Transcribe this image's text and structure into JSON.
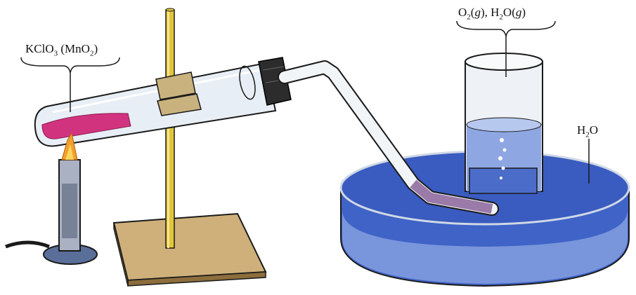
{
  "labels": {
    "reactant": {
      "formula_a": "KClO",
      "sub_a": "3",
      "formula_b": " (MnO",
      "sub_b": "2",
      "close": ")"
    },
    "products": {
      "o": "O",
      "o_sub": "2",
      "o_state": "g",
      "mid": ", H",
      "h_sub": "2",
      "h_o": "O",
      "h_state": "g"
    },
    "water": {
      "h": "H",
      "h_sub": "2",
      "o": "O"
    }
  },
  "colors": {
    "reagent": "#d2337f",
    "water": "#3f63c6",
    "water_light": "#8ea6e2",
    "rod": "#e2c63a",
    "base": "#cfb07a",
    "clamp": "#c9b27e",
    "burner": "#5a6e9a",
    "flame": "#f2a02c",
    "glass": "#e8eef5",
    "outline": "#1a1a1a"
  }
}
